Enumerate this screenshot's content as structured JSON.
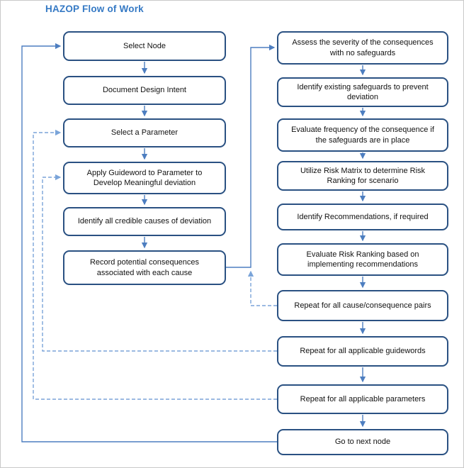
{
  "title": "HAZOP Flow of Work",
  "colors": {
    "title_color": "#3579c4",
    "box_border": "#2a5182",
    "box_fill": "#ffffff",
    "solid_connector": "#4d7ec0",
    "dashed_connector": "#7aa4d9",
    "page_border": "#c9c9c9"
  },
  "flow": {
    "left": [
      "Select Node",
      "Document Design Intent",
      "Select a Parameter",
      "Apply Guideword to Parameter to Develop Meaningful deviation",
      "Identify all credible causes of deviation",
      "Record potential consequences associated with each cause"
    ],
    "right": [
      "Assess the severity of the consequences with no safeguards",
      "Identify existing safeguards to prevent deviation",
      "Evaluate frequency of the consequence if the safeguards are in place",
      "Utilize Risk Matrix to determine Risk Ranking for scenario",
      "Identify Recommendations, if required",
      "Evaluate Risk Ranking based on implementing recommendations",
      "Repeat for all cause/consequence pairs",
      "Repeat for all applicable guidewords",
      "Repeat for all applicable parameters",
      "Go to next node"
    ]
  }
}
